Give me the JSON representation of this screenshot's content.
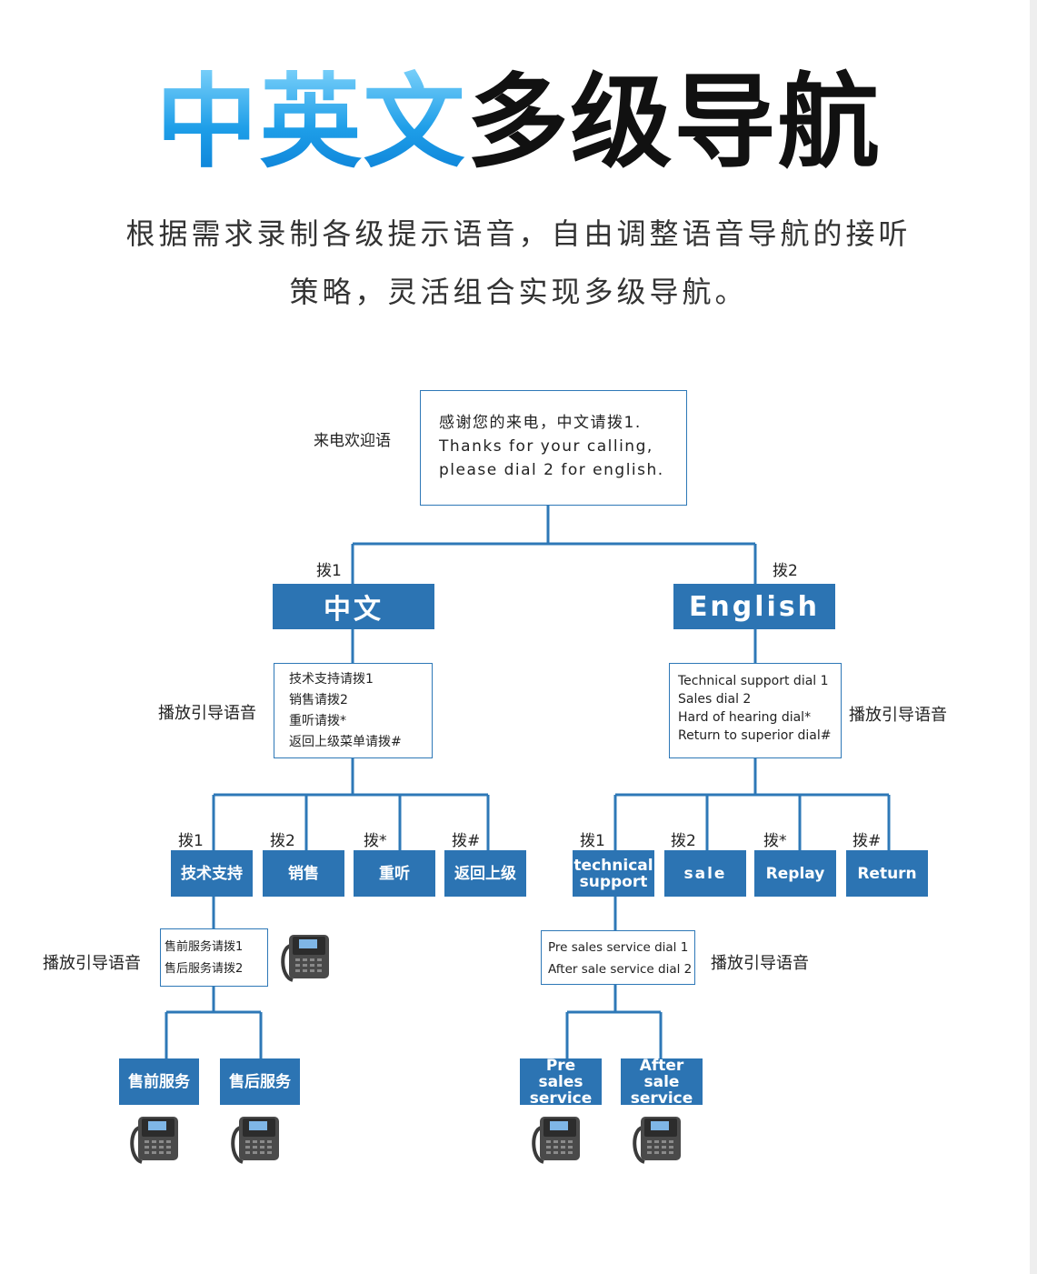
{
  "title": {
    "part_blue": "中英文",
    "part_black": "多级导航"
  },
  "subtitle": {
    "line1": "根据需求录制各级提示语音，自由调整语音导航的接听",
    "line2": "策略，灵活组合实现多级导航。"
  },
  "welcome": {
    "label": "来电欢迎语",
    "lines": [
      "感谢您的来电，中文请拨1.",
      "Thanks for your calling,",
      "please dial 2 for english."
    ]
  },
  "level1": {
    "chinese": {
      "dial": "拨1",
      "title": "中文"
    },
    "english": {
      "dial": "拨2",
      "title": "English"
    }
  },
  "chinese_menu": {
    "play_label": "播放引导语音",
    "prompt_lines": [
      "技术支持请拨1",
      "销售请拨2",
      "重听请拨*",
      "返回上级菜单请拨#"
    ],
    "options": [
      {
        "dial": "拨1",
        "title": "技术支持"
      },
      {
        "dial": "拨2",
        "title": "销售"
      },
      {
        "dial": "拨*",
        "title": "重听"
      },
      {
        "dial": "拨#",
        "title": "返回上级"
      }
    ],
    "sub": {
      "play_label": "播放引导语音",
      "prompt_lines": [
        "售前服务请拨1",
        "售后服务请拨2"
      ],
      "options": [
        {
          "title": "售前服务"
        },
        {
          "title": "售后服务"
        }
      ]
    }
  },
  "english_menu": {
    "play_label": "播放引导语音",
    "prompt_lines": [
      "Technical support dial 1",
      "Sales dial  2",
      "Hard of hearing dial*",
      "Return to superior dial#"
    ],
    "options": [
      {
        "dial": "拨1",
        "title": "technical support"
      },
      {
        "dial": "拨2",
        "title": "sale"
      },
      {
        "dial": "拨*",
        "title": "Replay"
      },
      {
        "dial": "拨#",
        "title": "Return"
      }
    ],
    "sub": {
      "play_label": "播放引导语音",
      "prompt_lines": [
        "Pre sales service dial 1",
        "After sale service dial 2"
      ],
      "options": [
        {
          "title": "Pre sales service"
        },
        {
          "title": "After sale service"
        }
      ]
    }
  },
  "colors": {
    "node_blue": "#2c74b3",
    "line_blue": "#2e78b7",
    "title_blue": "#1aa0ea"
  },
  "icons": {
    "phone": "desk-phone-icon"
  }
}
